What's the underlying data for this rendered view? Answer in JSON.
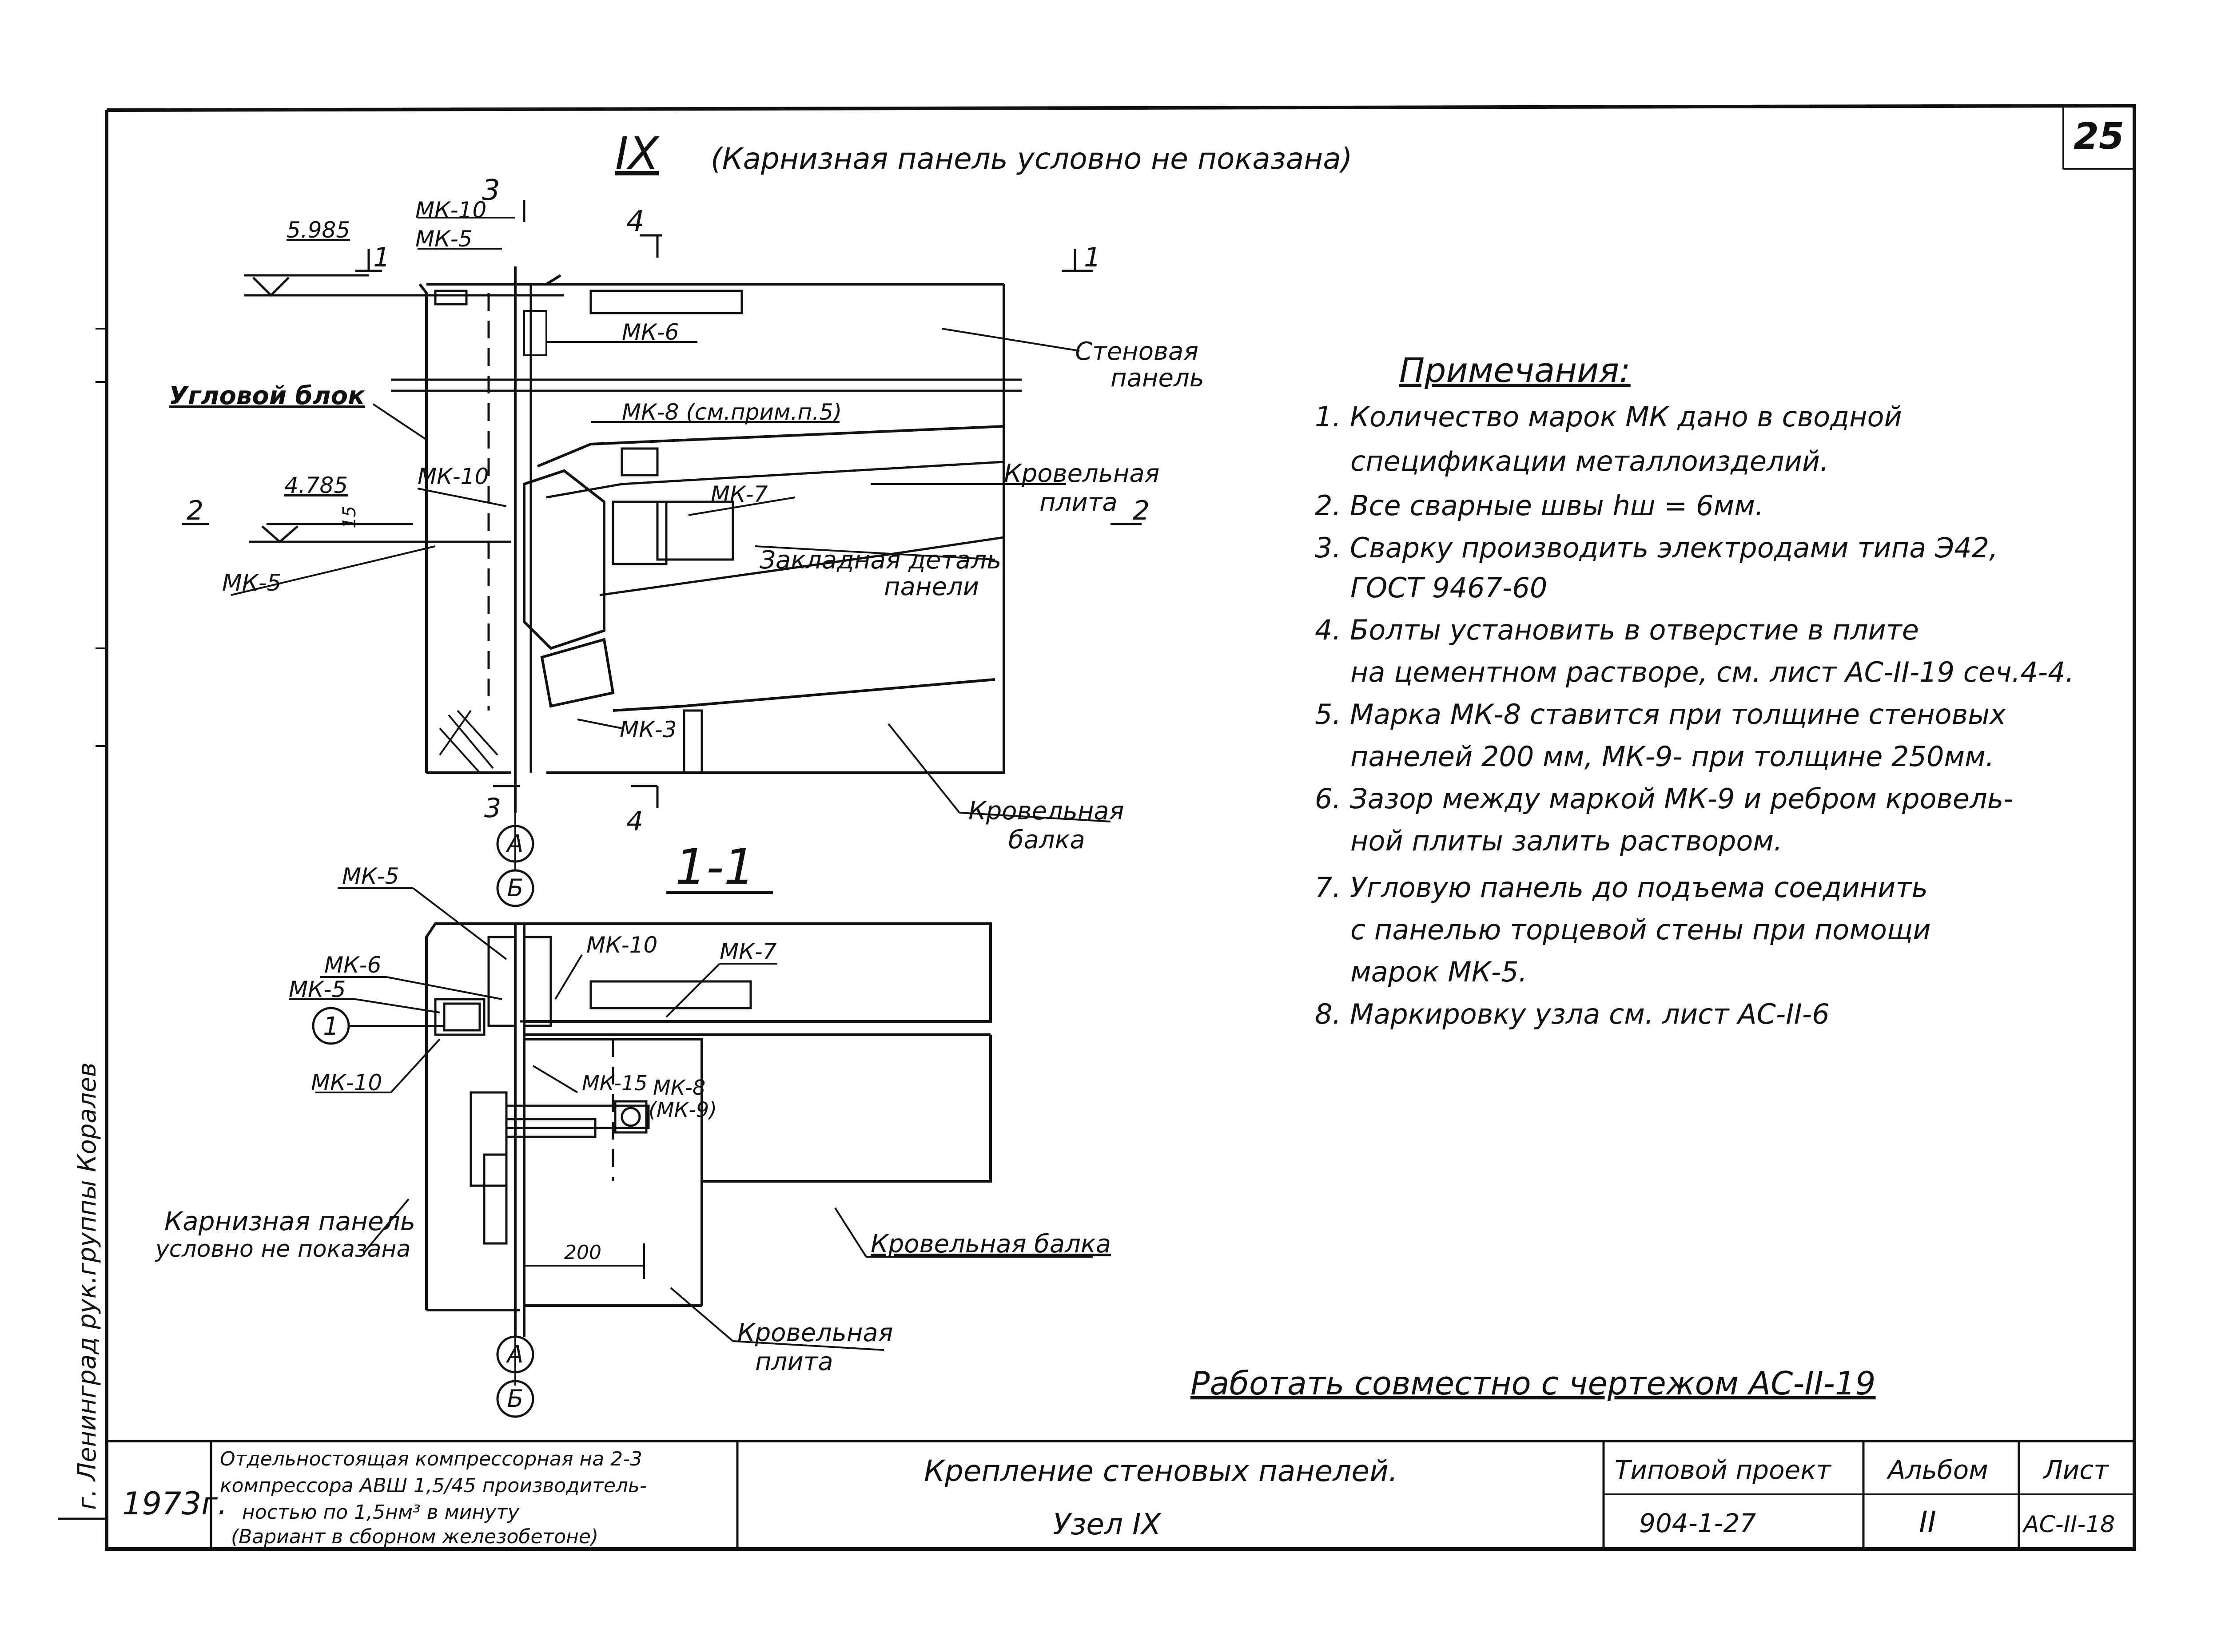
{
  "header": {
    "sheet_corner_number": "25",
    "view_roman": "IX",
    "view_caption": "(Карнизная панель условно не показана)"
  },
  "drawing_top": {
    "elev_top": "5.985",
    "elev_mid": "4.785",
    "dim_15": "15",
    "sec_1": "1",
    "sec_2": "2",
    "sec_3": "3",
    "sec_4": "4",
    "axis_a": "А",
    "axis_b": "Б",
    "mk10_a": "МК-10",
    "mk5_a": "МК-5",
    "mk6": "МК-6",
    "mk8_note": "МК-8 (см.прим.п.5)",
    "mk10_b": "МК-10",
    "mk7": "МК-7",
    "mk5_b": "МК-5",
    "mk3": "МК-3",
    "corner_block": "Угловой блок",
    "wall_panel_1": "Стеновая",
    "wall_panel_2": "панель",
    "roof_slab_1": "Кровельная",
    "roof_slab_2": "плита",
    "embed_1": "Закладная деталь",
    "embed_2": "панели",
    "roof_beam_1": "Кровельная",
    "roof_beam_2": "балка"
  },
  "drawing_section": {
    "title": "1-1",
    "mk5_a": "МК-5",
    "mk6": "МК-6",
    "mk5_b": "МК-5",
    "mk10_a": "МК-10",
    "mk10_b": "МК-10",
    "mk7": "МК-7",
    "mk15": "МК-15",
    "mk8": "МК-8",
    "mk9": "(МК-9)",
    "circle_1": "1",
    "dim_200": "200",
    "cornice_1": "Карнизная панель",
    "cornice_2": "условно не показана",
    "roof_beam": "Кровельная балка",
    "roof_slab_1": "Кровельная",
    "roof_slab_2": "плита",
    "axis_a": "А",
    "axis_b": "Б"
  },
  "notes": {
    "title": "Примечания:",
    "lines": [
      "1. Количество марок МК дано в сводной",
      "спецификации металлоизделий.",
      "2. Все сварные швы hш = 6мм.",
      "3. Сварку производить электродами типа Э42,",
      "ГОСТ 9467-60",
      "4. Болты установить в отверстие в плите",
      "на цементном растворе, см. лист АС-II-19 сеч.4-4.",
      "5. Марка МК-8 ставится при толщине стеновых",
      "панелей 200 мм, МК-9- при толщине 250мм.",
      "6. Зазор между маркой МК-9 и ребром кровель-",
      "ной плиты залить раствором.",
      "7. Угловую панель до подъема соединить",
      "с панелью торцевой стены при помощи",
      "марок МК-5.",
      "8. Маркировку узла см. лист АС-II-6"
    ],
    "work_with": "Работать совместно с чертежом АС-II-19"
  },
  "side_strip": {
    "text": "г. Ленинград    рук.группы  Коралев"
  },
  "title_block": {
    "year": "1973г.",
    "desc_lines": [
      "Отдельностоящая компрессорная на 2-3",
      "компрессора АВШ 1,5/45 производитель-",
      "ностью по 1,5нм³ в минуту",
      "(Вариант в сборном железобетоне)"
    ],
    "name_line1": "Крепление стеновых панелей.",
    "name_line2": "Узел IX",
    "typ_label": "Типовой проект",
    "typ_value": "904-1-27",
    "album_label": "Альбом",
    "album_value": "II",
    "sheet_label": "Лист",
    "sheet_value": "АС-II-18"
  }
}
